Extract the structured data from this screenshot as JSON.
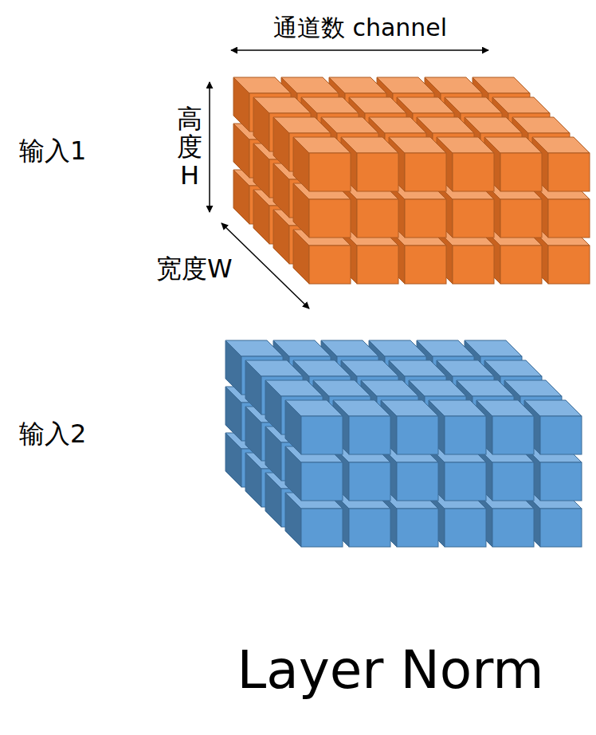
{
  "diagram": {
    "title": "Layer Norm",
    "labels": [
      "通道数 channel",
      "高度H",
      "宽度W",
      "输入1",
      "输入2"
    ]
  }
}
